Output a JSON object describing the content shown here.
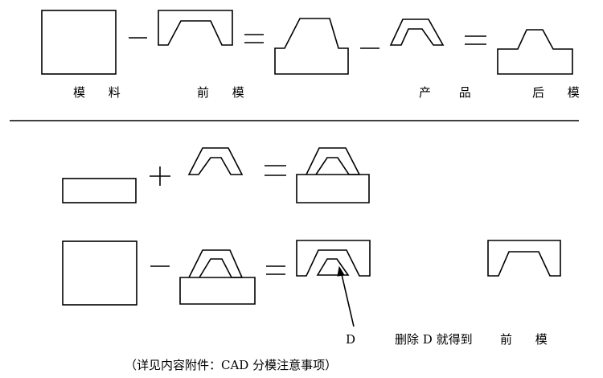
{
  "diagram": {
    "top_row_labels": {
      "stock": "模 料",
      "front_mold": "前 模",
      "product": "产 品",
      "back_mold": "后 模"
    },
    "bottom_labels": {
      "marker": "D",
      "note": "删除 D 就得到",
      "front_mold": "前 模"
    },
    "footnote": "（详见内容附件：CAD 分模注意事项）",
    "operators": [
      "−",
      "=",
      "−",
      "=",
      "+",
      "=",
      "−",
      "="
    ]
  }
}
